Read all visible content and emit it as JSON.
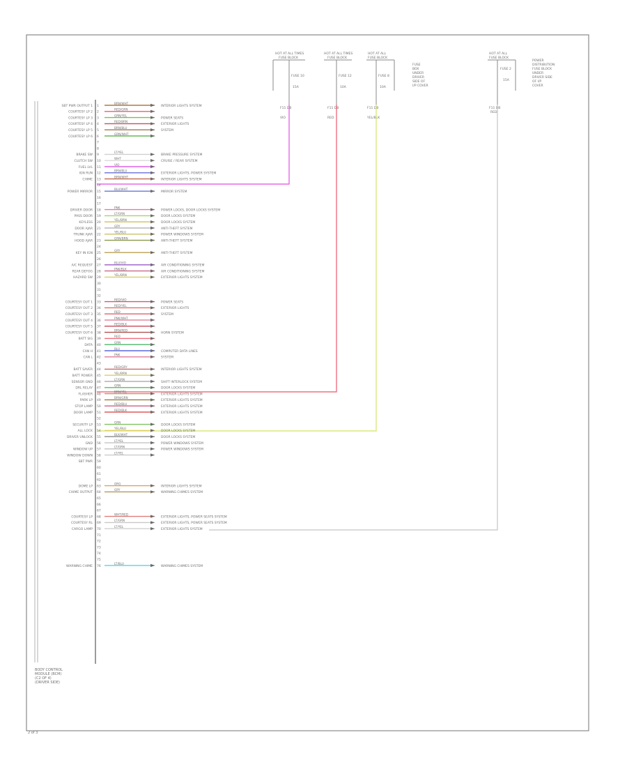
{
  "page_id": "2 of 3",
  "module": {
    "name_lines": [
      "BODY CONTROL",
      "MODULE (BCM)",
      "(C2 OF 4)",
      "(DRIVER SIDE)"
    ]
  },
  "fuse_blocks": [
    {
      "title": [
        "HOT AT ALL TIMES",
        "FUSE BLOCK"
      ],
      "fuse": "FUSE 10",
      "amps": "15A",
      "label": "F11 DB",
      "wire": "VIO"
    },
    {
      "title": [
        "HOT AT ALL TIMES",
        "FUSE BLOCK"
      ],
      "fuse": "FUSE 12",
      "amps": "10A",
      "label": "F11 DB",
      "wire": "RED"
    },
    {
      "title": [
        "HOT AT ALL",
        "FUSE BLOCK"
      ],
      "fuse": "FUSE 8",
      "amps": "10A",
      "label": "F11 DB",
      "wire": "YEL/BLK"
    },
    {
      "title": [
        "HOT AT ALL",
        "FUSE BLOCK"
      ],
      "fuse": "FUSE 2",
      "amps": "15A",
      "label": "F11 DB",
      "wire": "RED"
    }
  ],
  "fuse_notes": [
    [
      "FUSE",
      "BOX",
      "UNDER",
      "DRIVER",
      "SIDE OF",
      "I/P COVER"
    ],
    [
      "POWER",
      "DISTRIBUTION",
      "FUSE BLOCK",
      "UNDER",
      "DRIVER SIDE",
      "OF I/P",
      "COVER"
    ]
  ],
  "rows": [
    {
      "pin": "1",
      "label": "SBT PWR OUTPUT 1",
      "wire": "BRN/WHT",
      "color": "#b07a3a",
      "dest": "INTERIOR LIGHTS SYSTEM"
    },
    {
      "pin": "2",
      "label": "COURTESY LP 2",
      "wire": "RED/GRN",
      "color": "#e0607a",
      "dest": ""
    },
    {
      "pin": "3",
      "label": "COURTESY LP 3",
      "wire": "GRN/YEL",
      "color": "#7bc04a",
      "dest": "POWER SEATS"
    },
    {
      "pin": "4",
      "label": "COURTESY LP 4",
      "wire": "RED/BRN",
      "color": "#c8505a",
      "dest": "EXTERIOR LIGHTS"
    },
    {
      "pin": "5",
      "label": "COURTESY LP 5",
      "wire": "BRN/BLU",
      "color": "#a07850",
      "dest": "SYSTEM"
    },
    {
      "pin": "6",
      "label": "COURTESY LP 6",
      "wire": "GRN/WHT",
      "color": "#66b855",
      "dest": ""
    },
    {
      "pin": "7",
      "label": "",
      "wire": "",
      "color": "",
      "dest": ""
    },
    {
      "pin": "8",
      "label": "",
      "wire": "",
      "color": "",
      "dest": ""
    },
    {
      "pin": "9",
      "label": "BRAKE SW",
      "wire": "LT/YEL",
      "color": "#cfcfcf",
      "dest": "BRAKE PRESSURE SYSTEM"
    },
    {
      "pin": "10",
      "label": "CLUTCH SW",
      "wire": "WHT",
      "color": "#d8d8d8",
      "dest": "CRUISE / REAR SYSTEM"
    },
    {
      "pin": "11",
      "label": "FUEL LVL",
      "wire": "VIO",
      "color": "#e060e8",
      "dest": ""
    },
    {
      "pin": "12",
      "label": "IGN RUN",
      "wire": "BRN/BLU",
      "color": "#6670d8",
      "dest": "EXTERIOR LIGHTS, POWER SYSTEM"
    },
    {
      "pin": "13",
      "label": "CHIME",
      "wire": "BRN/WHT",
      "color": "#c06a50",
      "dest": "INTERIOR LIGHTS SYSTEM"
    },
    {
      "pin": "14",
      "label": "",
      "wire": "",
      "color": "",
      "dest": ""
    },
    {
      "pin": "15",
      "label": "POWER MIRROR",
      "wire": "BLU/WHT",
      "color": "#6a74d8",
      "dest": "MIRROR SYSTEM"
    },
    {
      "pin": "16",
      "label": "",
      "wire": "",
      "color": "",
      "dest": ""
    },
    {
      "pin": "17",
      "label": "",
      "wire": "",
      "color": "",
      "dest": ""
    },
    {
      "pin": "18",
      "label": "DRIVER DOOR",
      "wire": "PNK",
      "color": "#e77a9e",
      "dest": "POWER LOCKS, DOOR LOCKS SYSTEM"
    },
    {
      "pin": "19",
      "label": "PASS DOOR",
      "wire": "LT/GRN",
      "color": "#a5d46a",
      "dest": "DOOR LOCKS SYSTEM"
    },
    {
      "pin": "20",
      "label": "KEYLESS",
      "wire": "YEL/BRN",
      "color": "#d0c060",
      "dest": "DOOR LOCKS SYSTEM"
    },
    {
      "pin": "21",
      "label": "DOOR AJAR",
      "wire": "GRY",
      "color": "#b8b8b8",
      "dest": "ANTI-THEFT SYSTEM"
    },
    {
      "pin": "22",
      "label": "TRUNK AJAR",
      "wire": "YEL/BLU",
      "color": "#c9c266",
      "dest": "POWER WINDOWS SYSTEM"
    },
    {
      "pin": "23",
      "label": "HOOD AJAR",
      "wire": "GRN/BRN",
      "color": "#8a9a4a",
      "dest": "ANTI-THEFT SYSTEM"
    },
    {
      "pin": "24",
      "label": "",
      "wire": "",
      "color": "",
      "dest": ""
    },
    {
      "pin": "25",
      "label": "KEY IN IGN",
      "wire": "GRY",
      "color": "#b8a050",
      "dest": "ANTI-THEFT SYSTEM"
    },
    {
      "pin": "26",
      "label": "",
      "wire": "",
      "color": "",
      "dest": ""
    },
    {
      "pin": "27",
      "label": "A/C REQUEST",
      "wire": "BLU/VIO",
      "color": "#9a58c8",
      "dest": "AIR CONDITIONING SYSTEM"
    },
    {
      "pin": "28",
      "label": "REAR DEFOG",
      "wire": "PNK/BLK",
      "color": "#c86a8a",
      "dest": "AIR CONDITIONING SYSTEM"
    },
    {
      "pin": "29",
      "label": "HAZARD SW",
      "wire": "YEL/BRN",
      "color": "#d8cf66",
      "dest": "EXTERIOR LIGHTS SYSTEM"
    },
    {
      "pin": "30",
      "label": "",
      "wire": "",
      "color": "",
      "dest": ""
    },
    {
      "pin": "31",
      "label": "",
      "wire": "",
      "color": "",
      "dest": ""
    },
    {
      "pin": "32",
      "label": "",
      "wire": "",
      "color": "",
      "dest": ""
    },
    {
      "pin": "33",
      "label": "COURTESY OUT 1",
      "wire": "RED/VIO",
      "color": "#d05878",
      "dest": "POWER SEATS"
    },
    {
      "pin": "34",
      "label": "COURTESY OUT 2",
      "wire": "RED/YEL",
      "color": "#e0706a",
      "dest": "EXTERIOR LIGHTS"
    },
    {
      "pin": "35",
      "label": "COURTESY OUT 3",
      "wire": "RED",
      "color": "#e06070",
      "dest": "SYSTEM"
    },
    {
      "pin": "36",
      "label": "COURTESY OUT 4",
      "wire": "PNK/WHT",
      "color": "#e08aa0",
      "dest": ""
    },
    {
      "pin": "37",
      "label": "COURTESY OUT 5",
      "wire": "RED/BLK",
      "color": "#c8485a",
      "dest": ""
    },
    {
      "pin": "38",
      "label": "COURTESY OUT 6",
      "wire": "BRN/RED",
      "color": "#b05050",
      "dest": "HORN SYSTEM"
    },
    {
      "pin": "39",
      "label": "BATT SIG",
      "wire": "RED",
      "color": "#f06a7a",
      "dest": ""
    },
    {
      "pin": "40",
      "label": "DATA",
      "wire": "GRN",
      "color": "#4cb86a",
      "dest": ""
    },
    {
      "pin": "41",
      "label": "CAN H",
      "wire": "BLU",
      "color": "#5a6ae0",
      "dest": "COMPUTER DATA LINES"
    },
    {
      "pin": "42",
      "label": "CAN L",
      "wire": "PNK",
      "color": "#e07a9a",
      "dest": "SYSTEM"
    },
    {
      "pin": "43",
      "label": "",
      "wire": "",
      "color": "",
      "dest": ""
    },
    {
      "pin": "44",
      "label": "BATT SAVER",
      "wire": "RED/GRY",
      "color": "#c86a6a",
      "dest": "INTERIOR LIGHTS SYSTEM"
    },
    {
      "pin": "45",
      "label": "BATT POWER",
      "wire": "YEL/BRN",
      "color": "#d8d060",
      "dest": ""
    },
    {
      "pin": "46",
      "label": "SENSOR GND",
      "wire": "LT/GRN",
      "color": "#b0b0b0",
      "dest": "SHIFT INTERLOCK SYSTEM"
    },
    {
      "pin": "47",
      "label": "DRL RELAY",
      "wire": "GRN",
      "color": "#60b860",
      "dest": "DOOR LOCKS SYSTEM"
    },
    {
      "pin": "48",
      "label": "FLASHER",
      "wire": "BRN/YEL",
      "color": "#a8a060",
      "dest": "EXTERIOR LIGHTS SYSTEM"
    },
    {
      "pin": "49",
      "label": "PARK LP",
      "wire": "BRN/GRN",
      "color": "#9a7a40",
      "dest": "EXTERIOR LIGHTS SYSTEM"
    },
    {
      "pin": "50",
      "label": "STOP LAMP",
      "wire": "RED/BLU",
      "color": "#d06080",
      "dest": "EXTERIOR LIGHTS SYSTEM"
    },
    {
      "pin": "51",
      "label": "DOOR LAMP",
      "wire": "RED/BLK",
      "color": "#e05a5a",
      "dest": "EXTERIOR LIGHTS SYSTEM"
    },
    {
      "pin": "52",
      "label": "",
      "wire": "",
      "color": "",
      "dest": ""
    },
    {
      "pin": "53",
      "label": "SECURITY LP",
      "wire": "GRN",
      "color": "#7cc460",
      "dest": "DOOR LOCKS SYSTEM"
    },
    {
      "pin": "54",
      "label": "ALL LOCK",
      "wire": "YEL/BLU",
      "color": "#e0d060",
      "dest": "DOOR LOCKS SYSTEM"
    },
    {
      "pin": "55",
      "label": "DRIVER UNLOCK",
      "wire": "BLK/WHT",
      "color": "#8a8a8a",
      "dest": "DOOR LOCKS SYSTEM"
    },
    {
      "pin": "56",
      "label": "GND",
      "wire": "LT/YEL",
      "color": "#c8c8c8",
      "dest": "POWER WINDOWS SYSTEM"
    },
    {
      "pin": "57",
      "label": "WINDOW UP",
      "wire": "LT/GRN",
      "color": "#c0c0c0",
      "dest": "POWER WINDOWS SYSTEM"
    },
    {
      "pin": "58",
      "label": "WINDOW DOWN",
      "wire": "LT/YEL",
      "color": "#cccccc",
      "dest": ""
    },
    {
      "pin": "59",
      "label": "SBT PWR",
      "wire": "",
      "color": "",
      "dest": ""
    },
    {
      "pin": "60",
      "label": "",
      "wire": "",
      "color": "",
      "dest": ""
    },
    {
      "pin": "61",
      "label": "",
      "wire": "",
      "color": "",
      "dest": ""
    },
    {
      "pin": "62",
      "label": "",
      "wire": "",
      "color": "",
      "dest": ""
    },
    {
      "pin": "63",
      "label": "DOME LP",
      "wire": "ORG",
      "color": "#e0a060",
      "dest": "INTERIOR LIGHTS SYSTEM"
    },
    {
      "pin": "64",
      "label": "CHIME OUTPUT",
      "wire": "GRY",
      "color": "#b09a60",
      "dest": "WARNING CHIMES SYSTEM"
    },
    {
      "pin": "65",
      "label": "",
      "wire": "",
      "color": "",
      "dest": ""
    },
    {
      "pin": "66",
      "label": "",
      "wire": "",
      "color": "",
      "dest": ""
    },
    {
      "pin": "67",
      "label": "",
      "wire": "",
      "color": "",
      "dest": ""
    },
    {
      "pin": "68",
      "label": "COURTESY LP",
      "wire": "WHT/RED",
      "color": "#e07a7a",
      "dest": "EXTERIOR LIGHTS, POWER SEATS SYSTEM"
    },
    {
      "pin": "69",
      "label": "COURTESY RL",
      "wire": "LT/GRN",
      "color": "#c8c8c8",
      "dest": "EXTERIOR LIGHTS, POWER SEATS SYSTEM"
    },
    {
      "pin": "70",
      "label": "CARGO LAMP",
      "wire": "LT/YEL",
      "color": "#d0d0d0",
      "dest": "EXTERIOR LIGHTS SYSTEM"
    },
    {
      "pin": "71",
      "label": "",
      "wire": "",
      "color": "",
      "dest": ""
    },
    {
      "pin": "72",
      "label": "",
      "wire": "",
      "color": "",
      "dest": ""
    },
    {
      "pin": "73",
      "label": "",
      "wire": "",
      "color": "",
      "dest": ""
    },
    {
      "pin": "74",
      "label": "",
      "wire": "",
      "color": "",
      "dest": ""
    },
    {
      "pin": "75",
      "label": "",
      "wire": "",
      "color": "",
      "dest": ""
    },
    {
      "pin": "76",
      "label": "WARNING CHIME",
      "wire": "LT/BLU",
      "color": "#60d8e8",
      "dest": "WARNING CHIMES SYSTEM"
    }
  ],
  "colors": {
    "frame": "#8a8a8a",
    "text": "#6e6e6e",
    "feed_violet": "#e868e8",
    "feed_red": "#f07080",
    "feed_yellow": "#d8e87a",
    "feed_gray": "#c4c4c4"
  }
}
